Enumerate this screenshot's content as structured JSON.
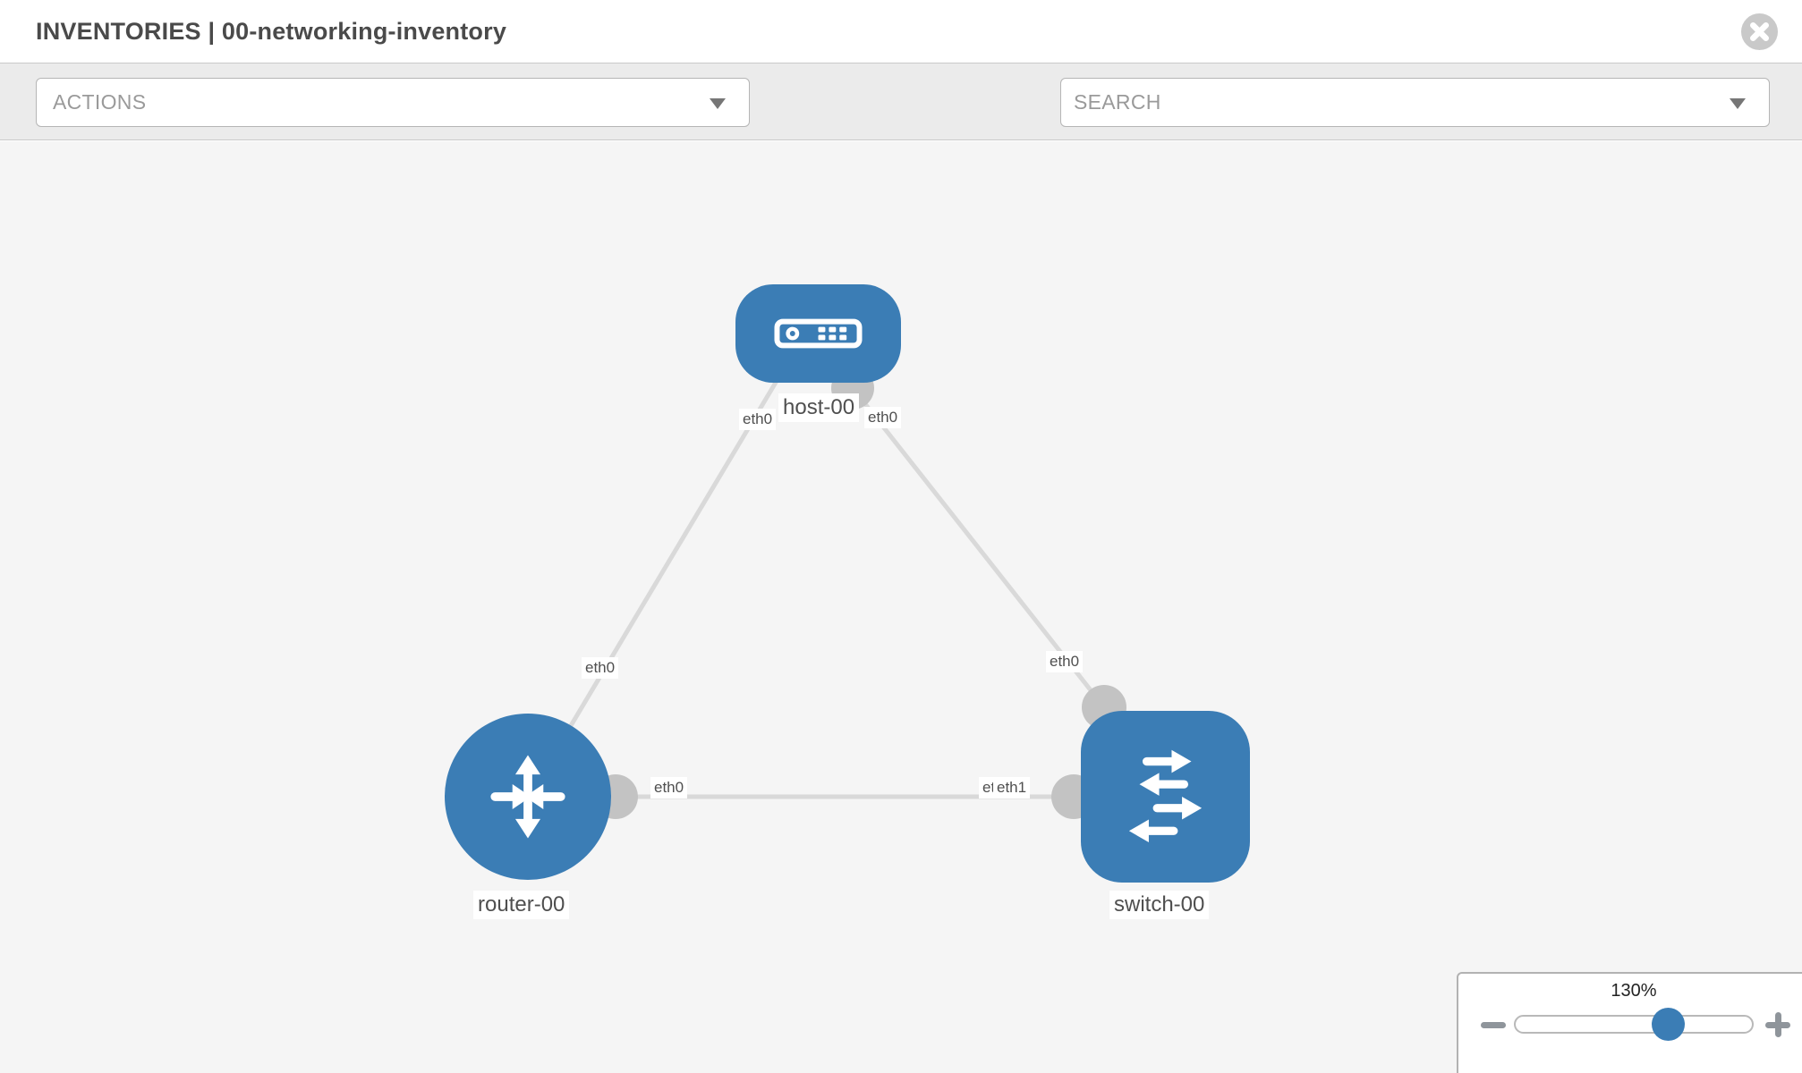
{
  "header": {
    "title": "INVENTORIES | 00-networking-inventory"
  },
  "toolbar": {
    "actions_label": "ACTIONS",
    "search_placeholder": "SEARCH"
  },
  "icons": {
    "close": "circle-x-icon",
    "wrench": "wrench-icon",
    "key": "key-icon",
    "actions_caret": "chevron-down-icon",
    "search_caret": "chevron-down-icon",
    "host_glyph": "server-icon",
    "router_glyph": "crossed-arrows-icon",
    "switch_glyph": "exchange-arrows-icon",
    "zoom_out": "minus-icon",
    "zoom_in": "plus-icon"
  },
  "topology": {
    "nodes": [
      {
        "name": "host-00",
        "type": "host"
      },
      {
        "name": "router-00",
        "type": "router"
      },
      {
        "name": "switch-00",
        "type": "switch"
      }
    ],
    "links": [
      {
        "from": "host-00",
        "from_interface": "eth0",
        "to": "router-00",
        "to_interface": "eth0"
      },
      {
        "from": "host-00",
        "from_interface": "eth0",
        "to": "switch-00",
        "to_interface": "eth0"
      },
      {
        "from": "router-00",
        "from_interface": "eth0",
        "to": "switch-00",
        "to_interface": "eth1",
        "overlapped_label": "eth0"
      }
    ]
  },
  "zoom_control": {
    "value": "130%"
  },
  "colors": {
    "node_blue": "#3b7db5",
    "link_gray": "#d9d9d9",
    "connector_gray": "#c3c3c3",
    "canvas_bg": "#f5f5f5",
    "toolbar_bg": "#ebebeb"
  }
}
